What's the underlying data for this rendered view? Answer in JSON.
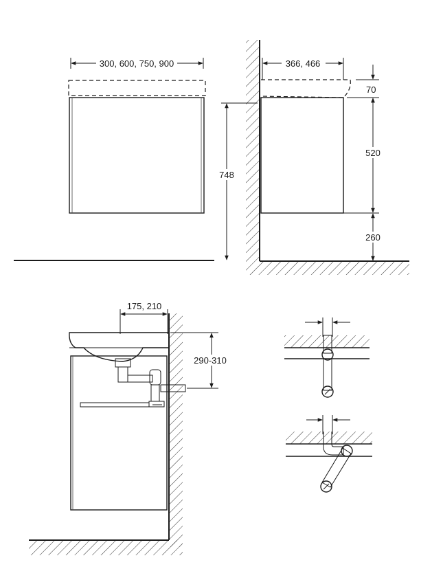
{
  "front_view": {
    "width_label": "300, 600, 750, 900"
  },
  "side_view": {
    "depth_label": "366, 466",
    "top_label": "70",
    "cabinet_height_label": "520",
    "floor_clearance_label": "260",
    "total_height_label": "748"
  },
  "section_view": {
    "drain_offset_label": "175, 210",
    "outlet_height_label": "290-310"
  }
}
